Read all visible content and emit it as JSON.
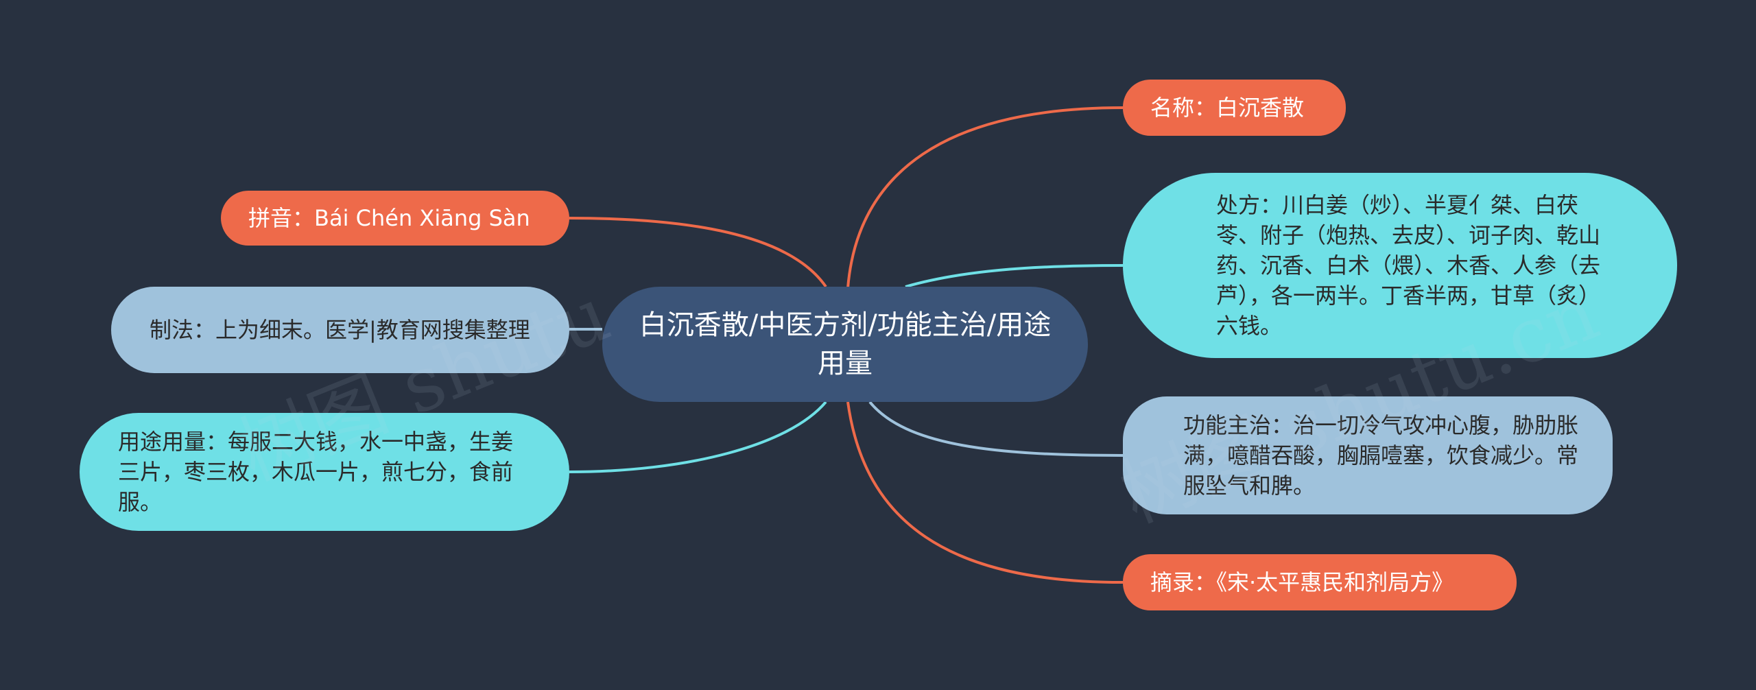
{
  "colors": {
    "background": "#283140",
    "root": "#3b5478",
    "orange": "#ee6a4a",
    "blue": "#9fc2dc",
    "cyan": "#6fe0e6"
  },
  "root": {
    "label": "白沉香散/中医方剂/功能主治/用途用量"
  },
  "left": [
    {
      "id": "pinyin",
      "label": "拼音：Bái Chén Xiāng Sàn"
    },
    {
      "id": "method",
      "label": "制法：上为细末。医学|教育网搜集整理"
    },
    {
      "id": "usage",
      "label": "用途用量：每服二大钱，水一中盏，生姜三片，枣三枚，木瓜一片，煎七分，食前服。"
    }
  ],
  "right": [
    {
      "id": "name",
      "label": "名称：白沉香散"
    },
    {
      "id": "recipe",
      "label": "处方：川白姜（炒）、半夏亻桀、白茯苓、附子（炮热、去皮）、诃子肉、乾山药、沉香、白术（煨）、木香、人参（去芦），各一两半。丁香半两，甘草（炙）六钱。"
    },
    {
      "id": "func",
      "label": "功能主治：治一切冷气攻冲心腹，胁肋胀满，噫醋吞酸，胸膈噎塞，饮食减少。常服坠气和脾。"
    },
    {
      "id": "source",
      "label": "摘录：《宋·太平惠民和剂局方》"
    }
  ],
  "watermark": [
    "树图 shutu",
    "树图 shutu.cn"
  ]
}
